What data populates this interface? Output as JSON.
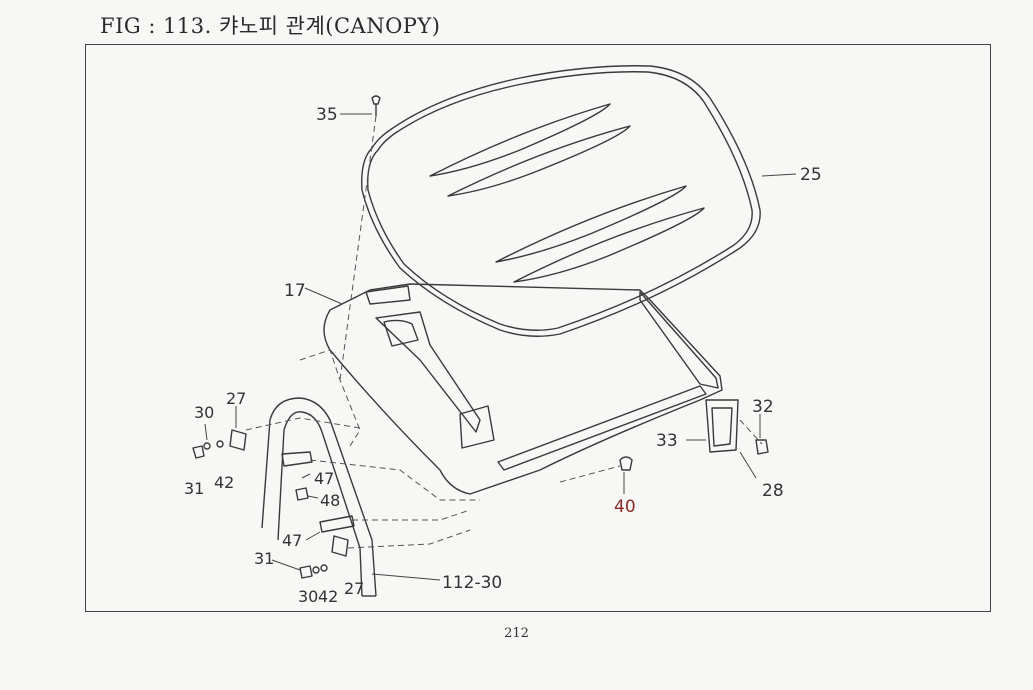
{
  "figure": {
    "title": "FIG : 113. 캬노피 관계(CANOPY)",
    "page_number": "212"
  },
  "callouts": {
    "c35": "35",
    "c25": "25",
    "c17": "17",
    "c30a": "30",
    "c27a": "27",
    "c31a": "31",
    "c42a": "42",
    "c47a": "47",
    "c48": "48",
    "c47b": "47",
    "c31b": "31",
    "c30b": "30",
    "c42b": "42",
    "c27b": "27",
    "c112": "112-30",
    "c32": "32",
    "c33": "33",
    "c28": "28",
    "c40": "40"
  }
}
